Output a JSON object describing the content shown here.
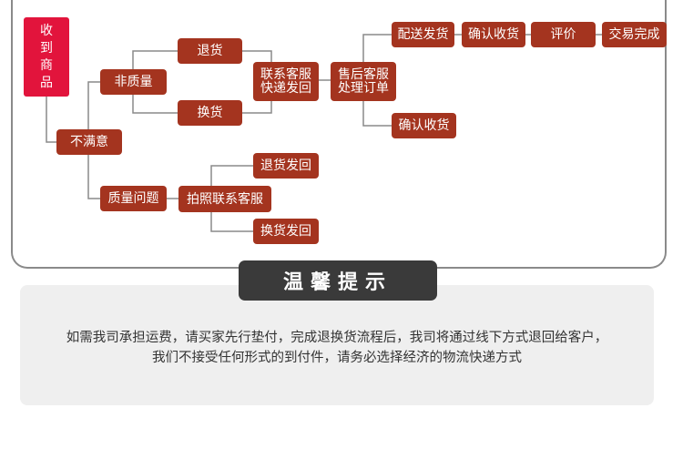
{
  "flowchart": {
    "start": {
      "chars": [
        "收",
        "到",
        "商",
        "品"
      ]
    },
    "dissatisfied": "不满意",
    "non_quality": "非质量",
    "return_goods": "退货",
    "exchange_goods": "换货",
    "contact_ship": [
      "联系客服",
      "快递发回"
    ],
    "after_sales": [
      "售后客服",
      "处理订单"
    ],
    "ship_out": "配送发货",
    "confirm_receipt_1": "确认收货",
    "review": "评价",
    "deal_done": "交易完成",
    "confirm_receipt_2": "确认收货",
    "quality_issue": "质量问题",
    "photo_contact": "拍照联系客服",
    "return_ship_back": "退货发回",
    "exchange_ship_back": "换货发回"
  },
  "tips": {
    "title": "温馨提示",
    "line1": "如需我司承担运费，请买家先行垫付，完成退换货流程后，我司将通过线下方式退回给客户，",
    "line2": "我们不接受任何形式的到付件，请务必选择经济的物流快递方式"
  },
  "colors": {
    "node": "#a4341f",
    "start": "#e2143c",
    "connector": "#8a8a8a",
    "tip_title_bg": "#3a3a3a",
    "tip_box_bg": "#efefef"
  }
}
